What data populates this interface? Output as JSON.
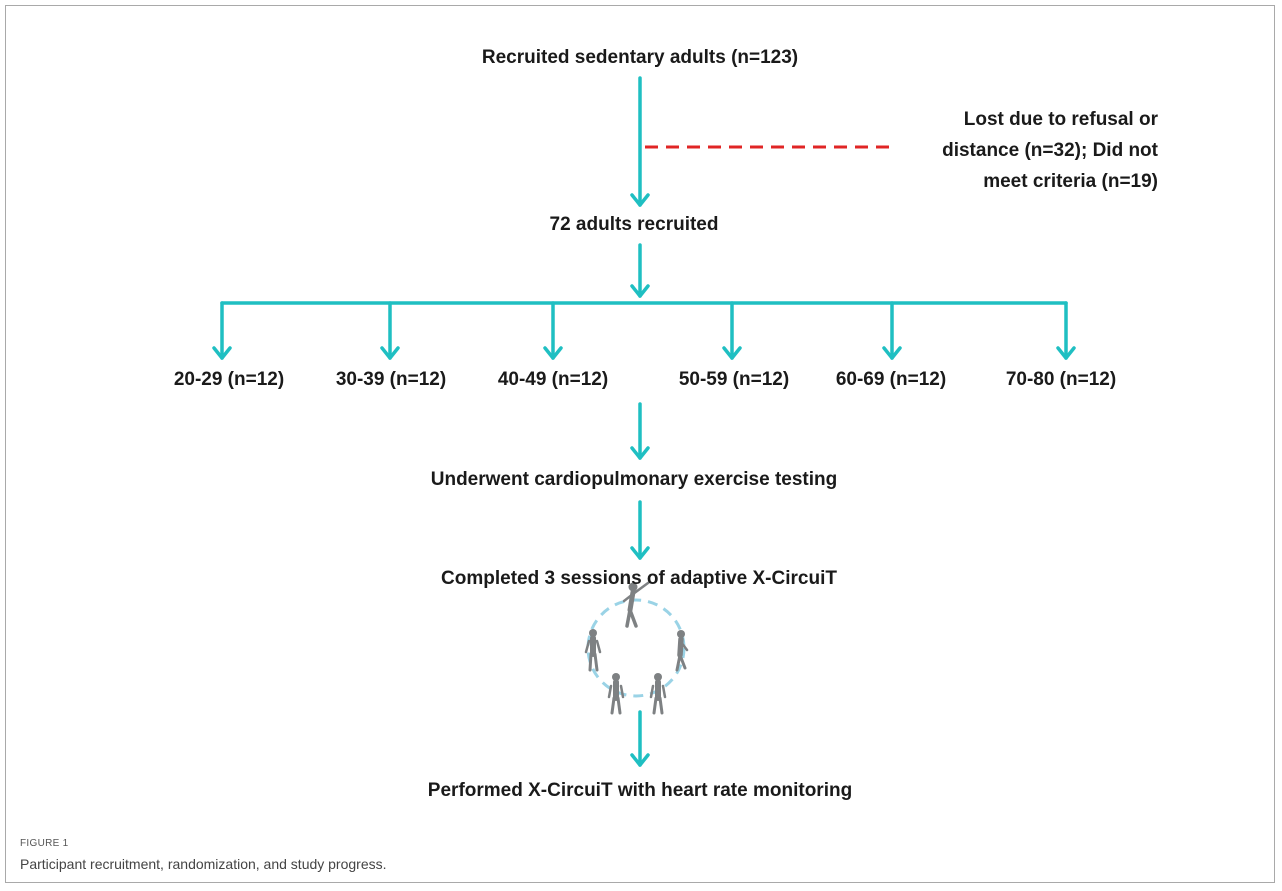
{
  "colors": {
    "arrow": "#1fbfc2",
    "dropout_line": "#e02525",
    "text": "#1a1a1a",
    "circuit_ring": "#9ad3e6"
  },
  "flow": {
    "recruited": "Recruited sedentary adults (n=123)",
    "lost_line1": "Lost due to refusal or",
    "lost_line2": "distance (n=32); Did not",
    "lost_line3": "meet criteria (n=19)",
    "enrolled": "72 adults recruited",
    "groups": [
      "20-29 (n=12)",
      "30-39 (n=12)",
      "40-49 (n=12)",
      "50-59 (n=12)",
      "60-69 (n=12)",
      "70-80 (n=12)"
    ],
    "testing": "Underwent cardiopulmonary exercise testing",
    "sessions": "Completed 3 sessions of adaptive X-CircuiT",
    "monitoring": "Performed X-CircuiT with heart rate monitoring"
  },
  "figure": {
    "label": "FIGURE 1",
    "caption": "Participant recruitment, randomization, and study progress."
  }
}
